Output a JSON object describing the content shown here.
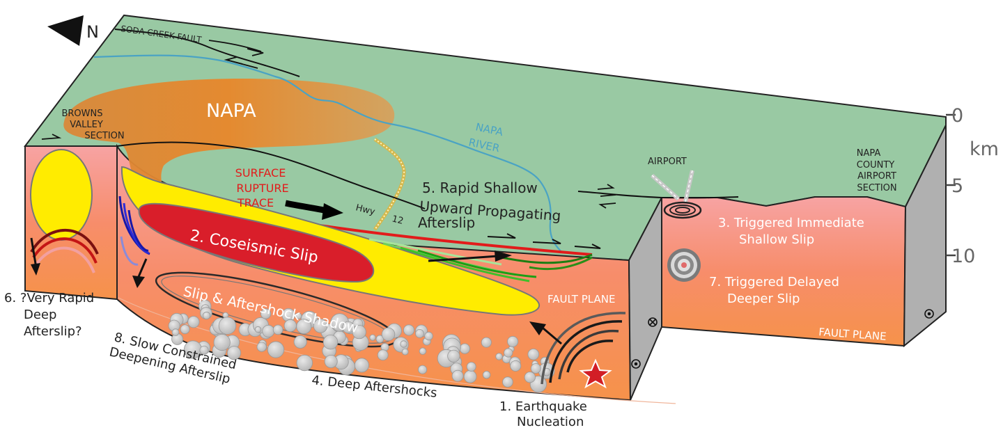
{
  "compass": {
    "label": "N"
  },
  "scale": {
    "unit": "km",
    "ticks": [
      "0",
      "5",
      "10"
    ]
  },
  "map_labels": {
    "soda_creek_fault": "SODA CREEK FAULT",
    "napa": "NAPA",
    "browns_valley": [
      "BROWNS",
      "VALLEY",
      "SECTION"
    ],
    "napa_river": [
      "NAPA",
      "RIVER"
    ],
    "airport": "AIRPORT",
    "napa_county_airport": [
      "NAPA",
      "COUNTY",
      "AIRPORT",
      "SECTION"
    ],
    "surface_rupture": [
      "SURFACE",
      "RUPTURE",
      "TRACE"
    ],
    "hwy": "Hwy",
    "hwy_num": "12",
    "fault_plane_1": "FAULT PLANE",
    "fault_plane_2": "FAULT PLANE"
  },
  "annotations": {
    "a1": [
      "1. Earthquake",
      "Nucleation"
    ],
    "a2": "2. Coseismic Slip",
    "a3": [
      "3. Triggered Immediate",
      "Shallow Slip"
    ],
    "a4": "4. Deep Aftershocks",
    "a5": [
      "5. Rapid Shallow",
      "Upward Propagating",
      "Afterslip"
    ],
    "a6": [
      "6. ?Very Rapid",
      "Deep",
      "Afterslip?"
    ],
    "a7": [
      "7. Triggered Delayed",
      "Deeper Slip"
    ],
    "a8": [
      "8. Slow Constrained",
      "Deepening Afterslip"
    ],
    "shadow": "Slip & Aftershock Shadow"
  },
  "colors": {
    "ground": "#99c9a3",
    "napa_city": "#e08a2e",
    "coseismic": "#d91e2a",
    "slip_zone": "#ffec00",
    "river": "#4aa3c4",
    "rupture": "#e21b1b",
    "block_side": "#b0b0b0"
  }
}
